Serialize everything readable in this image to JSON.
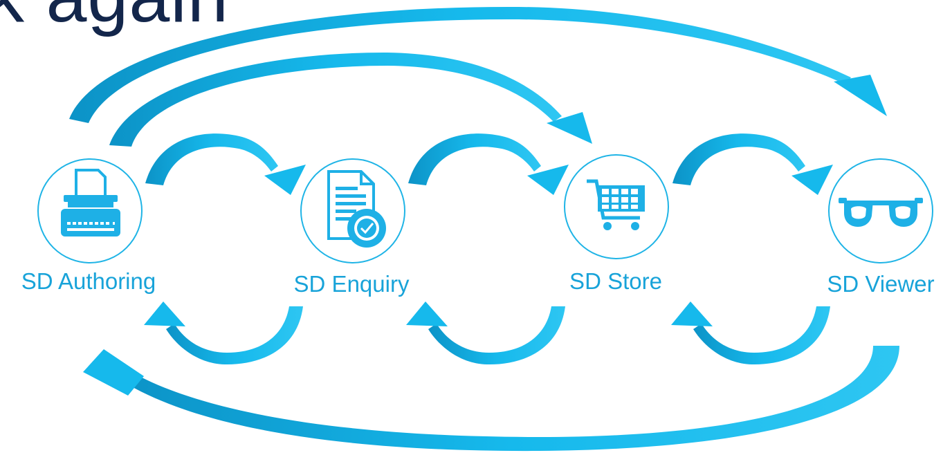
{
  "title_fragment": "k again",
  "nodes": [
    {
      "id": "authoring",
      "label": "SD Authoring",
      "icon": "typewriter-icon"
    },
    {
      "id": "enquiry",
      "label": "SD Enquiry",
      "icon": "certified-document-icon"
    },
    {
      "id": "store",
      "label": "SD Store",
      "icon": "shopping-cart-icon"
    },
    {
      "id": "viewer",
      "label": "SD Viewer",
      "icon": "glasses-icon"
    }
  ],
  "colors": {
    "arrow": "#16b9ec",
    "arrow_dark": "#0c93c7",
    "circle_stroke": "#1fb4e6",
    "icon": "#1eb0e6",
    "label": "#18a3d9",
    "title": "#13264b"
  }
}
